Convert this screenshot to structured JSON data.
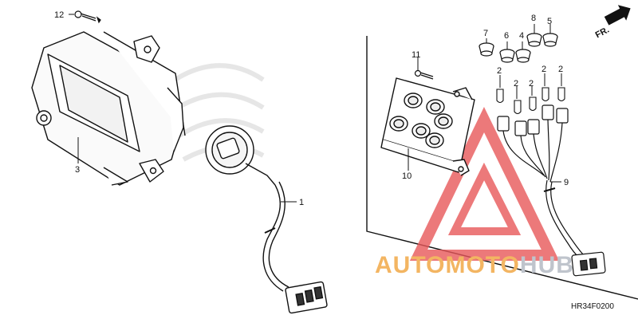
{
  "callouts": {
    "c1": "1",
    "c2": "2",
    "c3": "3",
    "c4": "4",
    "c5": "5",
    "c6": "6",
    "c7": "7",
    "c8": "8",
    "c9": "9",
    "c10": "10",
    "c11": "11",
    "c12": "12"
  },
  "direction_label": "FR.",
  "watermark": {
    "part_a": "AUTOMOTO",
    "part_b": "HUB"
  },
  "diagram_code": "HR34F0200",
  "colors": {
    "line": "#111111",
    "watermark_red": "#e8585a",
    "watermark_orange": "#f3b562",
    "watermark_gray": "#bfc4cc"
  }
}
